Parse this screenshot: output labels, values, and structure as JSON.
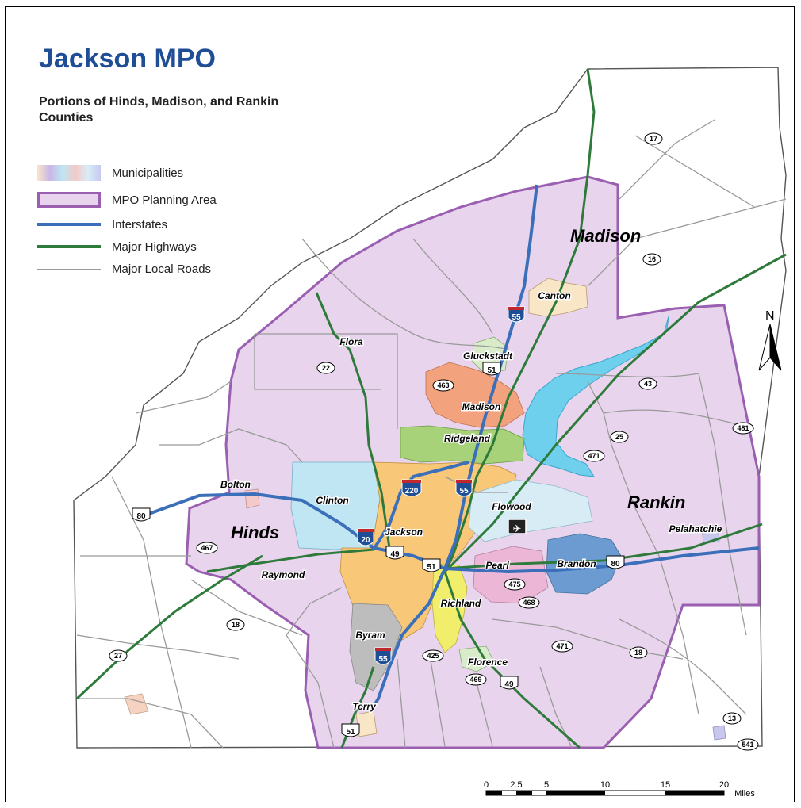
{
  "title": "Jackson MPO",
  "subtitle": "Portions of Hinds, Madison, and Rankin Counties",
  "legend": {
    "municipalities": "Municipalities",
    "mpo_area": "MPO Planning Area",
    "interstates": "Interstates",
    "major_highways": "Major Highways",
    "major_local_roads": "Major Local Roads"
  },
  "counties": {
    "hinds": "Hinds",
    "madison": "Madison",
    "rankin": "Rankin"
  },
  "cities": {
    "canton": "Canton",
    "gluckstadt": "Gluckstadt",
    "madison": "Madison",
    "ridgeland": "Ridgeland",
    "flora": "Flora",
    "clinton": "Clinton",
    "jackson": "Jackson",
    "bolton": "Bolton",
    "raymond": "Raymond",
    "flowood": "Flowood",
    "pearl": "Pearl",
    "brandon": "Brandon",
    "richland": "Richland",
    "byram": "Byram",
    "florence": "Florence",
    "terry": "Terry",
    "pelahatchie": "Pelahatchie"
  },
  "shields": {
    "i55_north": "55",
    "i55_central": "55",
    "i55_south": "55",
    "i220": "220",
    "i20": "20",
    "us80_west": "80",
    "us80_east": "80",
    "us49": "49",
    "us49_south": "49",
    "us51_north": "51",
    "us51_central": "51",
    "us51_south": "51",
    "ms17": "17",
    "ms16": "16",
    "ms22": "22",
    "ms463": "463",
    "ms43": "43",
    "ms25": "25",
    "ms481": "481",
    "ms471_north": "471",
    "ms471_south": "471",
    "ms467": "467",
    "ms18_west": "18",
    "ms18_east": "18",
    "ms27": "27",
    "ms475": "475",
    "ms468": "468",
    "ms425": "425",
    "ms469": "469",
    "ms13": "13",
    "ms541": "541"
  },
  "north_label": "N",
  "scale_bar": {
    "ticks": [
      "0",
      "2.5",
      "5",
      "10",
      "15",
      "20"
    ],
    "unit": "Miles"
  },
  "colors": {
    "mpo_fill": "#e8d4ec",
    "mpo_border": "#9a5fb0",
    "interstate": "#3c6fba",
    "highway": "#2e7a3a",
    "local_road": "#9a9a9a",
    "water": "#6fd0ee",
    "title": "#1f4e96"
  }
}
